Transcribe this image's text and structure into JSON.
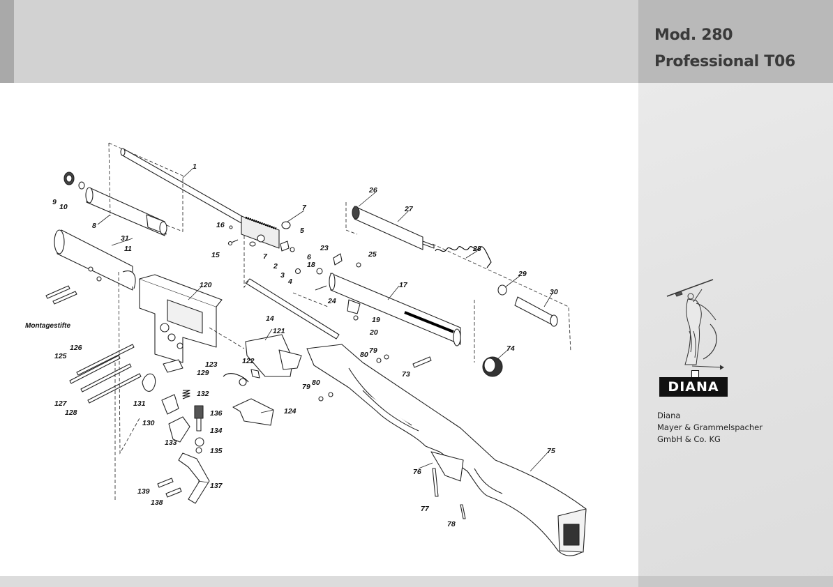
{
  "header": {
    "title_line1": "Mod. 280",
    "title_line2": "Professional T06"
  },
  "brand": {
    "logo_text": "DIANA",
    "company_lines": [
      "Diana",
      "Mayer & Grammelspacher",
      "GmbH & Co. KG"
    ]
  },
  "diagram": {
    "part_labels": [
      "1",
      "2",
      "3",
      "4",
      "5",
      "6",
      "7",
      "7",
      "8",
      "9",
      "10",
      "11",
      "14",
      "15",
      "16",
      "17",
      "18",
      "19",
      "20",
      "23",
      "24",
      "25",
      "26",
      "27",
      "28",
      "29",
      "30",
      "31",
      "73",
      "74",
      "75",
      "76",
      "77",
      "78",
      "79",
      "79",
      "80",
      "80",
      "120",
      "121",
      "122",
      "123",
      "124",
      "125",
      "126",
      "127",
      "128",
      "129",
      "130",
      "131",
      "132",
      "133",
      "134",
      "135",
      "136",
      "137",
      "138",
      "139"
    ],
    "note_label": "Montagestifte"
  },
  "colors": {
    "header_bar": "#d2d2d2",
    "side_panel": "#e4e4e4",
    "title_text": "#3a3a3a"
  }
}
